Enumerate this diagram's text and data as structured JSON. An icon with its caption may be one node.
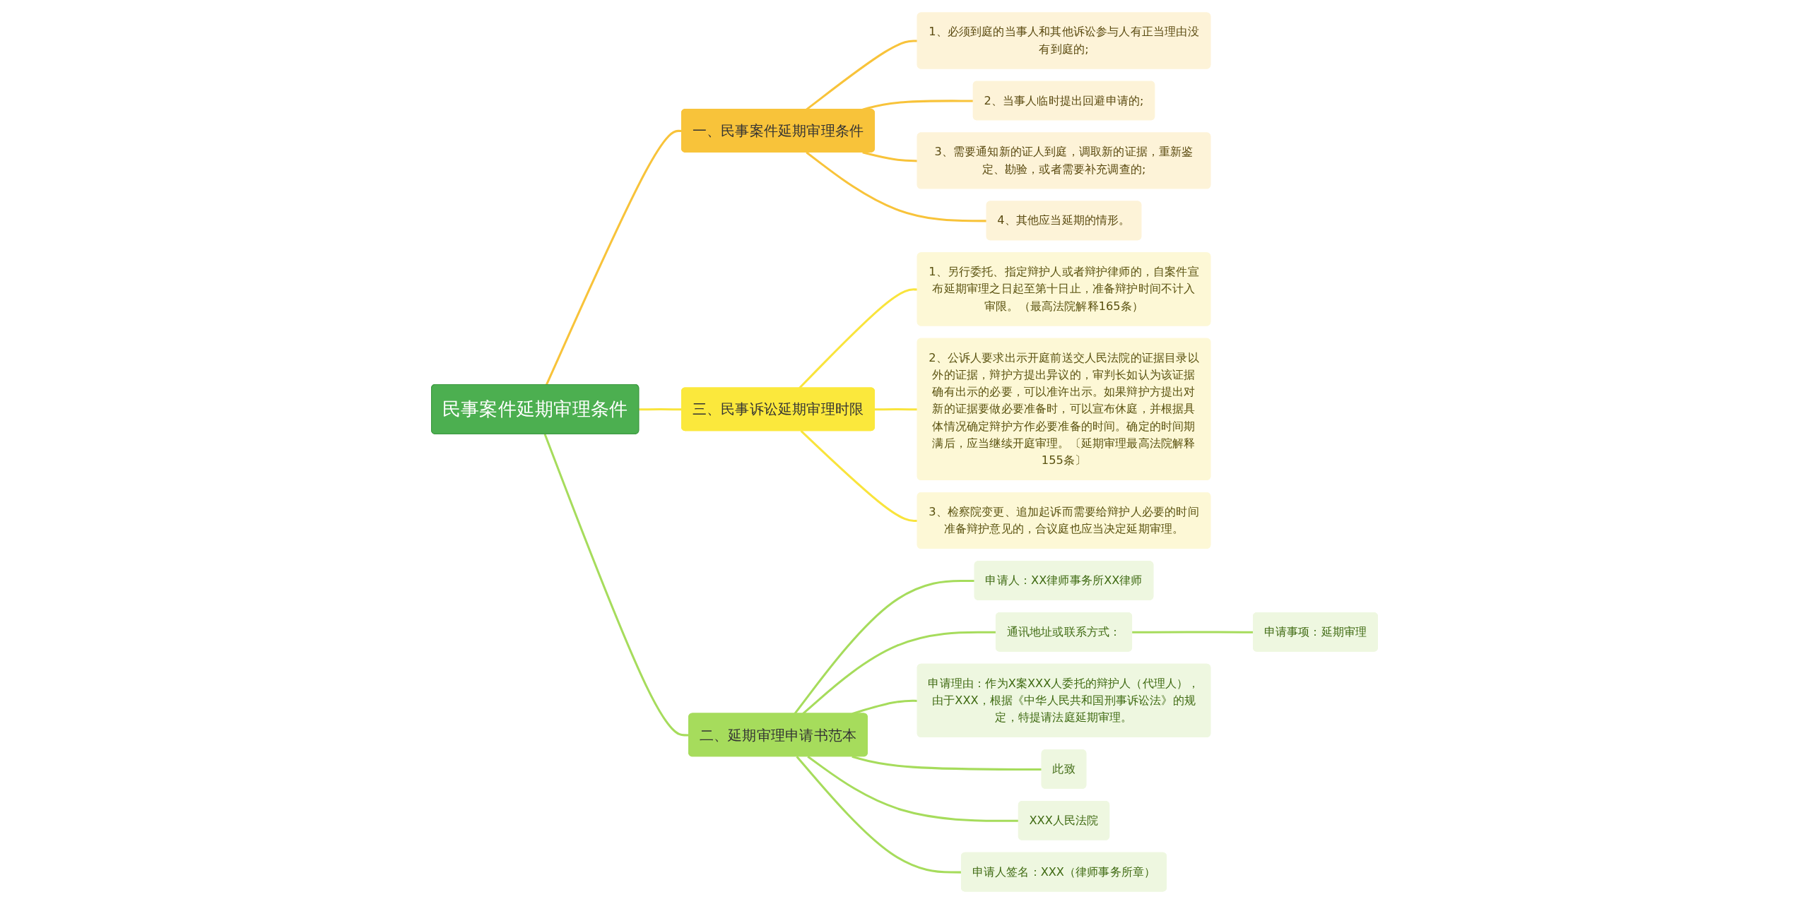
{
  "diagram": {
    "nodes": [
      {
        "text": [
          "民事案件延期审理条件"
        ]
      },
      {
        "text": [
          "一、民事案件延期审理条件"
        ]
      },
      {
        "text": [
          "1、必须到庭的当事人和其他诉讼参与人有正当理由没有到庭的;"
        ]
      },
      {
        "text": [
          "2、当事人临时提出回避申请的;"
        ]
      },
      {
        "text": [
          "3、需要通知新的证人到庭，调取新的证据，重新鉴定、勘验，或者需要补充调查的;"
        ]
      },
      {
        "text": [
          "4、其他应当延期的情形。"
        ]
      },
      {
        "text": [
          "三、民事诉讼延期审理时限"
        ]
      },
      {
        "text": [
          "1、另行委托、指定辩护人或者辩护律师的，自案件宣布延期审理之日起至第十日止，准备辩护时间不计入审限。（最高法院解释165条）"
        ]
      },
      {
        "text": [
          "2、公诉人要求出示开庭前送交人民法院的证据目录以外的证据，辩护方提出异议的，审判长如认为该证据确有出示的必要，可以准许出示。如果辩护方提出对新的证据要做必要准备时，可以宣布休庭，并根据具体情况确定辩护方作必要准备的时间。确定的时间期满后，应当继续开庭审理。〔延期审理最高法院解释155条〕"
        ]
      },
      {
        "text": [
          "3、检察院变更、追加起诉而需要给辩护人必要的时间准备辩护意见的，合议庭也应当决定延期审理。"
        ]
      },
      {
        "text": [
          "二、延期审理申请书范本"
        ]
      },
      {
        "text": [
          "申请人：XX律师事务所XX律师"
        ]
      },
      {
        "text": [
          "通讯地址或联系方式："
        ]
      },
      {
        "text": [
          "申请事项：延期审理"
        ]
      },
      {
        "text": [
          "申请理由：作为X案XXX人委托的辩护人（代理人），由于XXX，根据《中华人民共和国刑事诉讼法》的规定，特提请法庭延期审理。"
        ]
      },
      {
        "text": [
          "此致"
        ]
      },
      {
        "text": [
          "XXX人民法院"
        ]
      },
      {
        "text": [
          "申请人签名：XXX（律师事务所章）"
        ]
      }
    ],
    "edges": [
      {
        "from": 0,
        "to": 1,
        "arrow": "none",
        "color": "#f8c33a"
      },
      {
        "from": 1,
        "to": 2,
        "arrow": "none",
        "color": "#f8c33a"
      },
      {
        "from": 1,
        "to": 3,
        "arrow": "none",
        "color": "#f8c33a"
      },
      {
        "from": 1,
        "to": 4,
        "arrow": "none",
        "color": "#f8c33a"
      },
      {
        "from": 1,
        "to": 5,
        "arrow": "none",
        "color": "#f8c33a"
      },
      {
        "from": 0,
        "to": 6,
        "arrow": "none",
        "color": "#f9e43c"
      },
      {
        "from": 6,
        "to": 7,
        "arrow": "none",
        "color": "#f9e43c"
      },
      {
        "from": 6,
        "to": 8,
        "arrow": "none",
        "color": "#f9e43c"
      },
      {
        "from": 6,
        "to": 9,
        "arrow": "none",
        "color": "#f9e43c"
      },
      {
        "from": 0,
        "to": 10,
        "arrow": "none"
      },
      {
        "from": 10,
        "to": 11,
        "arrow": "none"
      },
      {
        "from": 10,
        "to": 12,
        "arrow": "none"
      },
      {
        "from": 12,
        "to": 13,
        "arrow": "none"
      },
      {
        "from": 10,
        "to": 14,
        "arrow": "none"
      },
      {
        "from": 10,
        "to": 15,
        "arrow": "none"
      },
      {
        "from": 10,
        "to": 16,
        "arrow": "none"
      },
      {
        "from": 10,
        "to": 17,
        "arrow": "none"
      }
    ]
  }
}
